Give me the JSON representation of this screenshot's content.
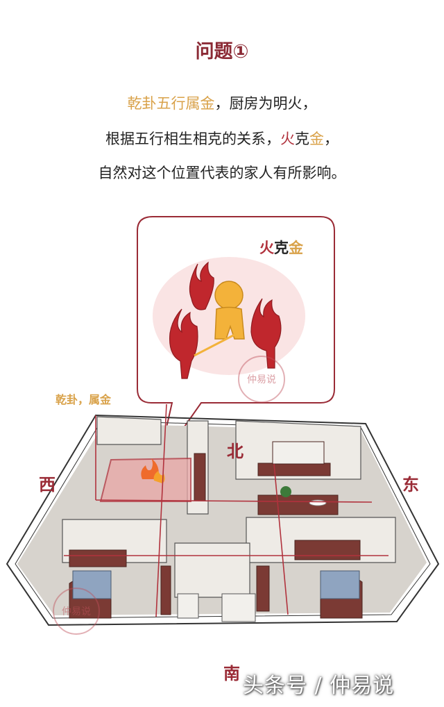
{
  "heading": "问题①",
  "line1": {
    "part1": "乾卦五行属金",
    "part2": "，厨房为明火，"
  },
  "line2": {
    "part1": "根据五行相生相克的关系，",
    "part2": "火",
    "part3": "克",
    "part4": "金",
    "part5": "，"
  },
  "line3": "自然对这个位置代表的家人有所影响。",
  "bubble": {
    "fire": "火",
    "overcome": "克",
    "metal": "金"
  },
  "qian_label": {
    "part1": "乾卦",
    "part2": "，属金"
  },
  "directions": {
    "north": "北",
    "south": "南",
    "west": "西",
    "east": "东"
  },
  "stamp_text": "仲易说",
  "watermark": "头条号 / 仲易说",
  "colors": {
    "title": "#8b2a35",
    "gold": "#d9a24a",
    "red": "#b1323d",
    "wall": "#7b3a34"
  }
}
